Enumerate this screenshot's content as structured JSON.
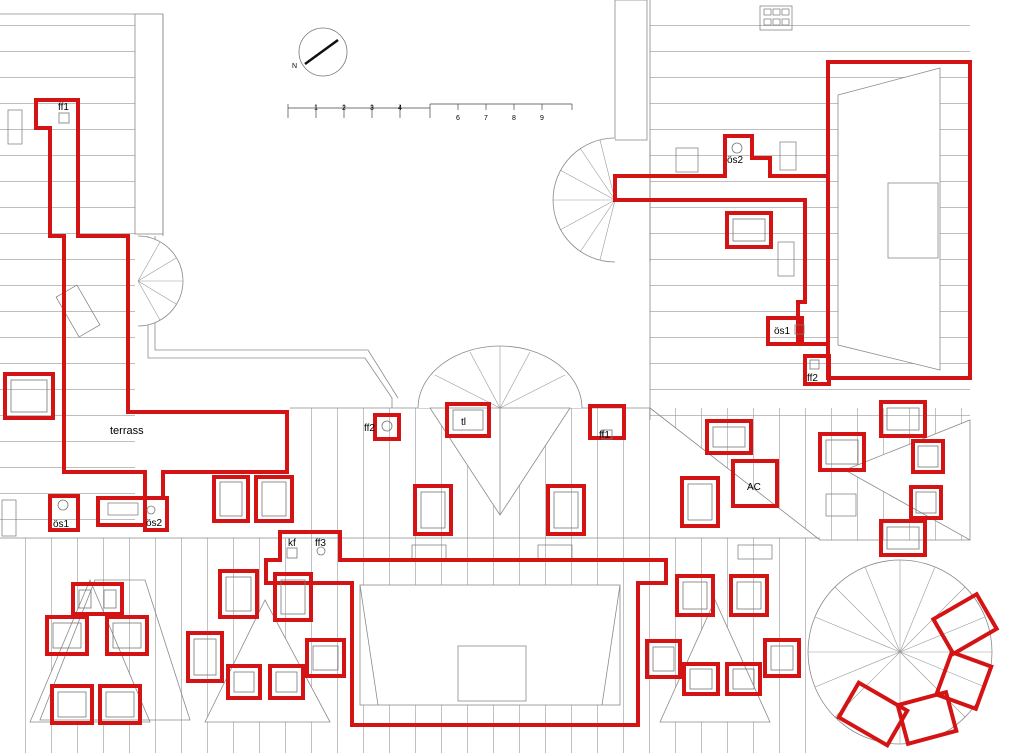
{
  "labels": {
    "ff1_top": "ff1",
    "terrass": "terrass",
    "os1_left": "ös1",
    "os2_left": "ös2",
    "ff2_mid": "ff2",
    "tl": "tl",
    "ff1_mid": "ff1",
    "os2_right": "ös2",
    "os1_right": "ös1",
    "ff2_right": "ff2",
    "ac": "AC",
    "kf": "kf",
    "ff3": "ff3"
  },
  "compass": {
    "north": "N"
  },
  "scale": {
    "ticks": [
      "1",
      "2",
      "3",
      "4",
      "6",
      "7",
      "8",
      "9"
    ]
  },
  "colors": {
    "highlight": "#d41414",
    "line": "#8a8a8a",
    "dark": "#555555"
  }
}
